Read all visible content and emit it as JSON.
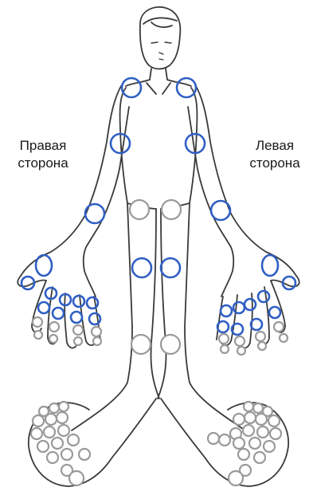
{
  "labels": {
    "right_side_line1": "Правая",
    "right_side_line2": "сторона",
    "left_side_line1": "Левая",
    "left_side_line2": "сторона"
  },
  "colors": {
    "outline": "#3a3a3a",
    "affected_joint": "#2f5fc4",
    "unaffected_joint": "#9a9a9a"
  }
}
